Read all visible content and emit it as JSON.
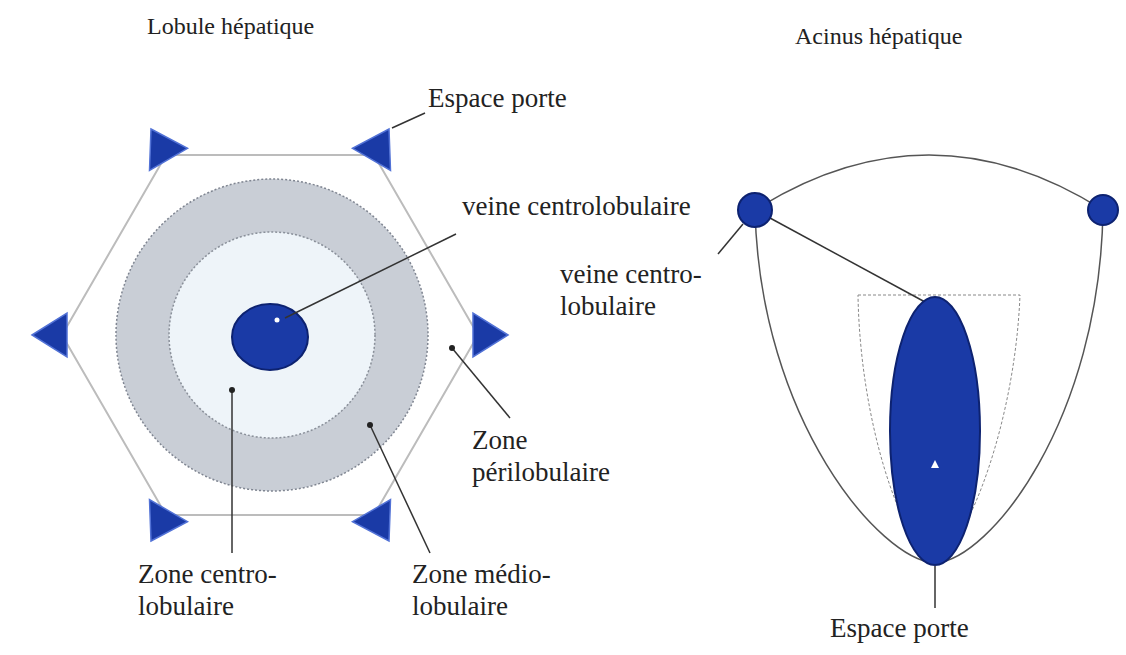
{
  "diagram": {
    "labels": [
      "Lobule hépatique",
      "Espace porte",
      "veine centrolobulaire",
      "Zone périlobulaire",
      "Zone médio- lobulaire",
      "Zone centro- lobulaire",
      "Acinus hépatique",
      "veine centro- lobulaire",
      "Espace porte"
    ]
  }
}
